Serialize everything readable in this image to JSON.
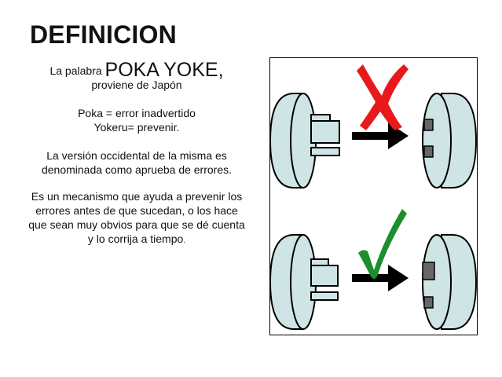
{
  "slide": {
    "title": "DEFINICION",
    "intro_prefix": "La palabra ",
    "intro_term": "POKA YOKE,",
    "intro_suffix": "proviene  de Japón",
    "def_poka": "Poka = error inadvertido",
    "def_yokeru": "Yokeru= prevenir.",
    "western_version": "La versión occidental de la misma es denominada como  aprueba de errores.",
    "mechanism_text": "Es un mecanismo que ayuda a prevenir los errores antes de que sucedan, o los hace que sean muy obvios para que se dé cuenta y lo corrija  a tiempo",
    "mechanism_end": "."
  },
  "figure": {
    "top_panel": {
      "mark": "cross-icon",
      "mark_color": "#e8191c"
    },
    "bottom_panel": {
      "mark": "checkmark-icon",
      "mark_color": "#1a8f2b"
    },
    "plug_color": "#cfe4e4",
    "arrow_color": "#000000"
  }
}
